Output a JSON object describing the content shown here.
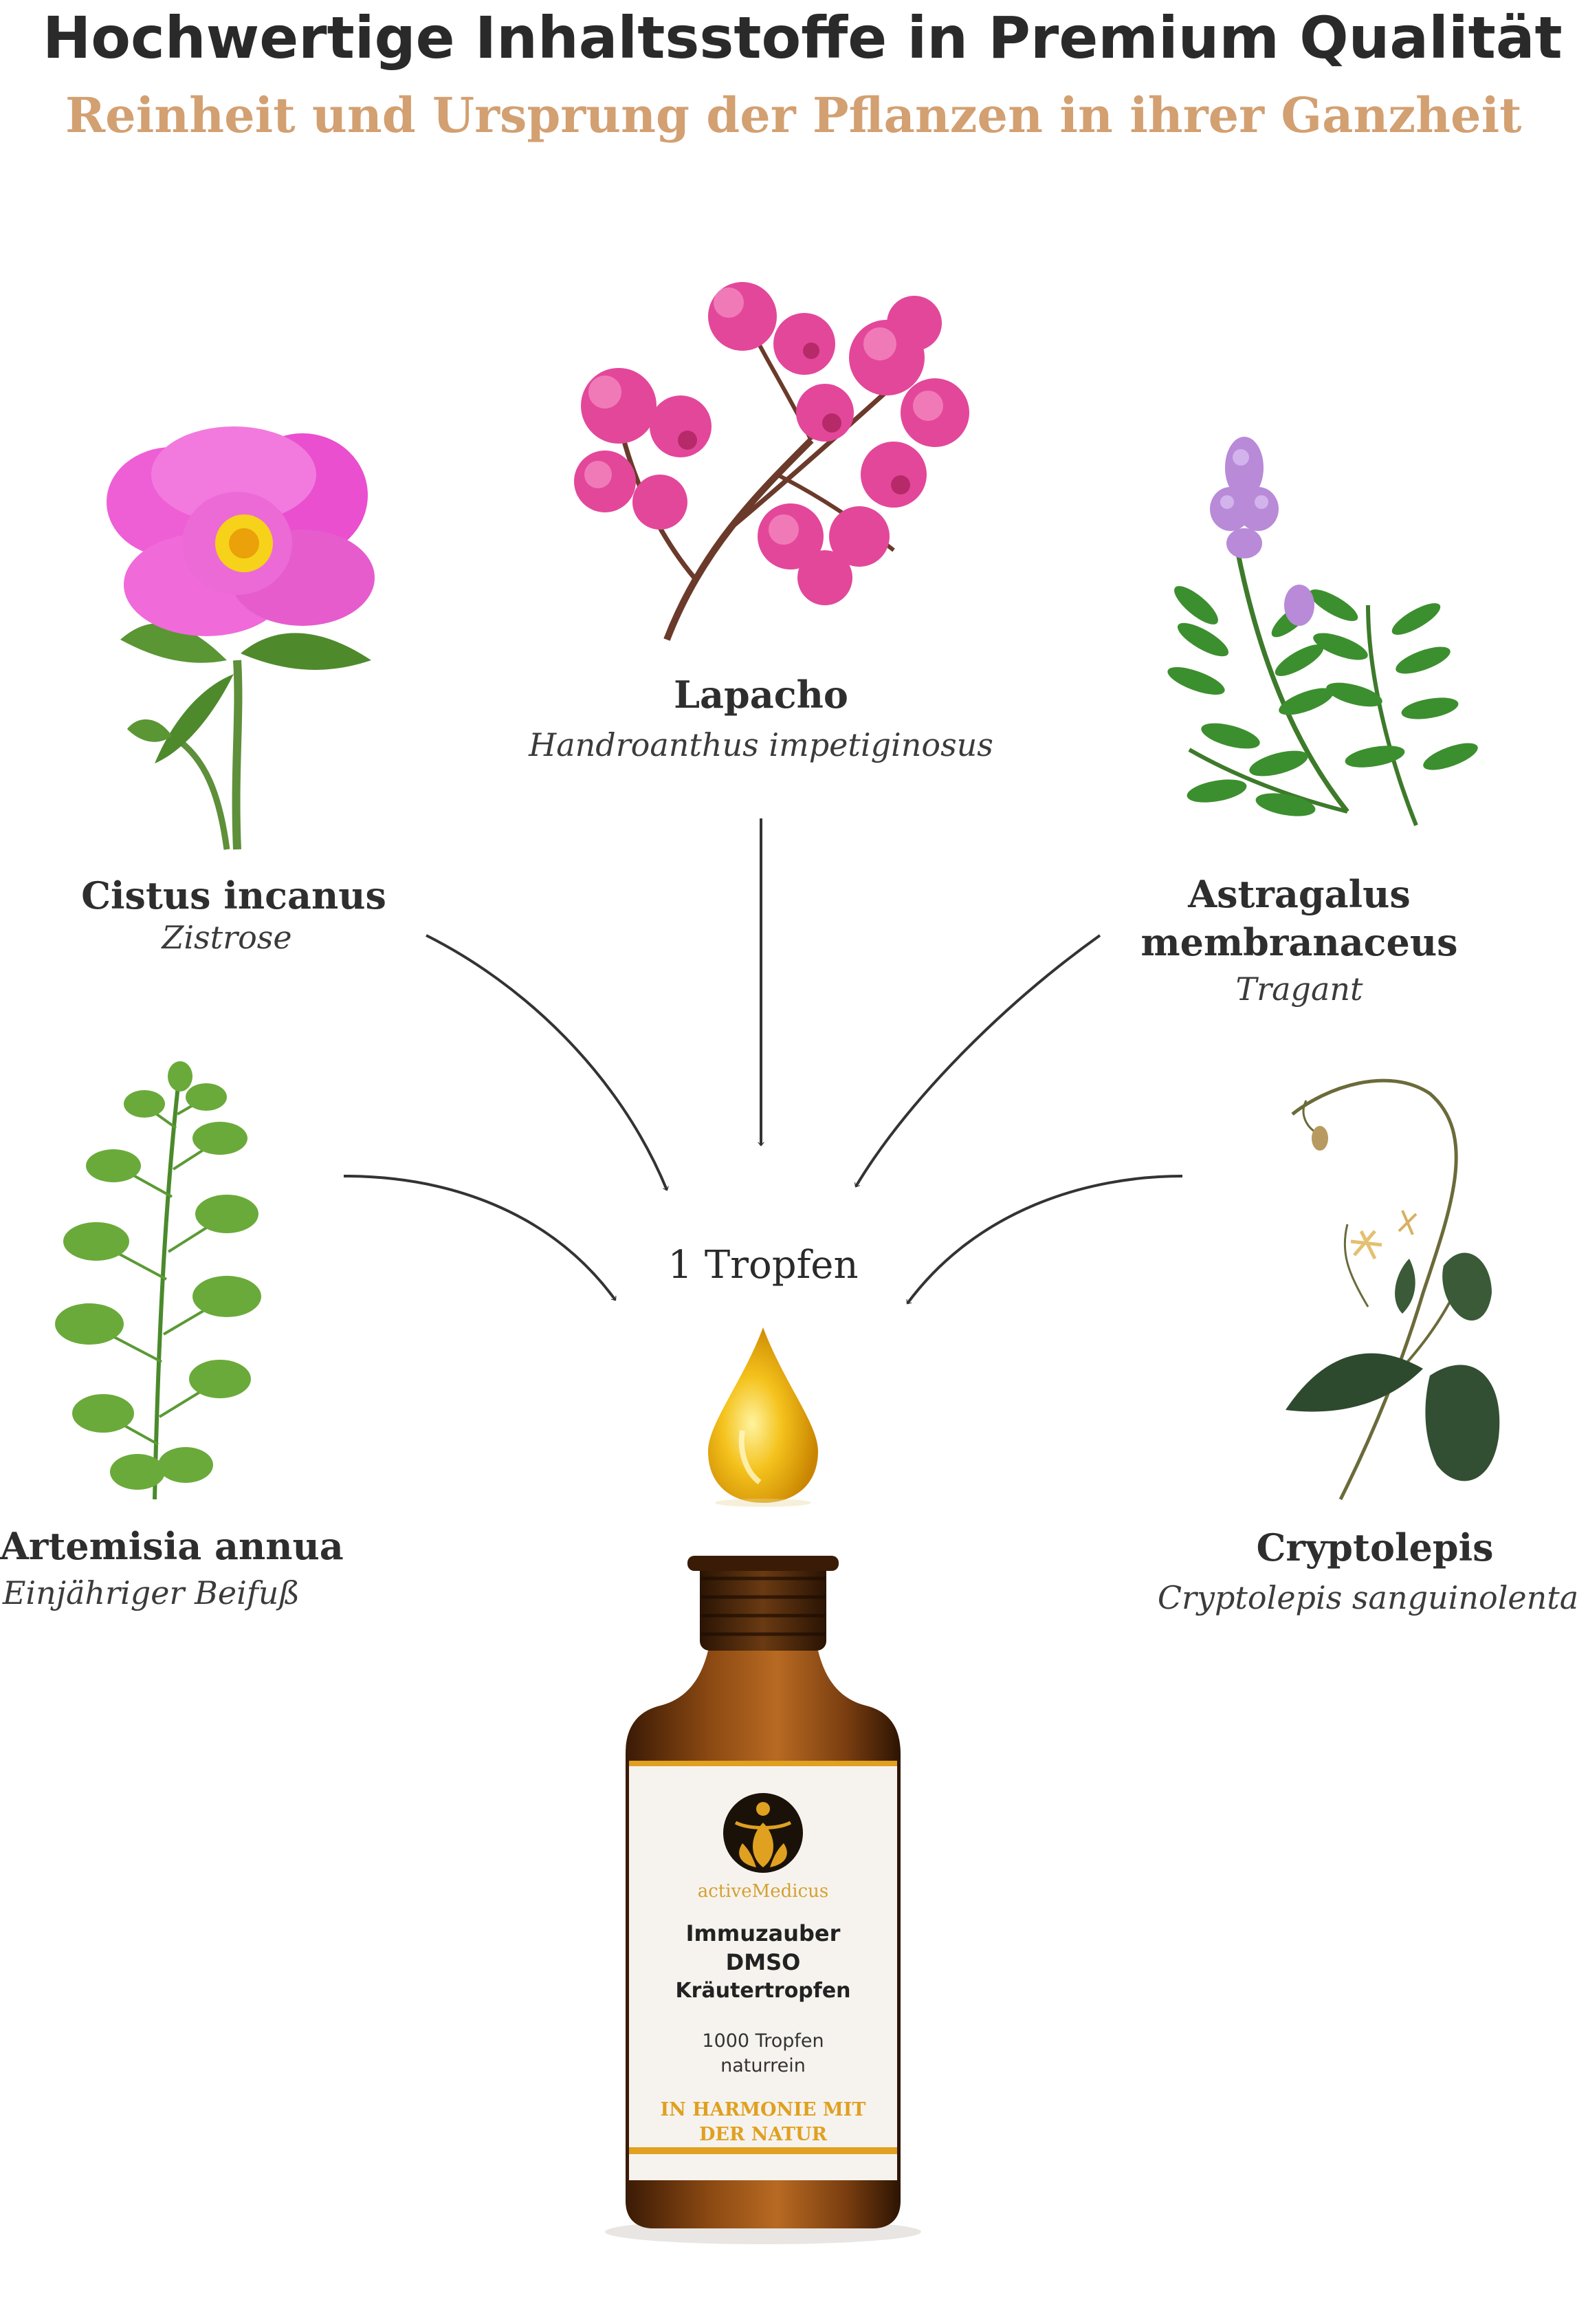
{
  "header": {
    "title": "Hochwertige Inhaltsstoffe in Premium Qualität",
    "subtitle": "Reinheit und Ursprung der Pflanzen in ihrer Ganzheit"
  },
  "plants": {
    "cistus": {
      "name": "Cistus incanus",
      "latin": "Zistrose"
    },
    "lapacho": {
      "name": "Lapacho",
      "latin": "Handroanthus impetiginosus"
    },
    "astragalus": {
      "name_line1": "Astragalus",
      "name_line2": "membranaceus",
      "latin": "Tragant"
    },
    "artemisia": {
      "name": "Artemisia annua",
      "latin": "Einjähriger Beifuß"
    },
    "cryptolepis": {
      "name": "Cryptolepis",
      "latin": "Cryptolepis sanguinolenta"
    }
  },
  "center": {
    "drops_label": "1 Tropfen"
  },
  "bottle": {
    "brand": "activeMedicus",
    "product_line1": "Immuzauber",
    "product_line2": "DMSO",
    "product_line3": "Kräutertropfen",
    "info_line1": "1000 Tropfen",
    "info_line2": "naturrein",
    "slogan_line1": "IN HARMONIE MIT",
    "slogan_line2": "DER NATUR"
  },
  "colors": {
    "title": "#2a2a2a",
    "subtitle": "#d3a072",
    "accent_gold": "#e0a020",
    "bottle_amber": "#7a3e10",
    "label_bg": "#f6f3ef"
  },
  "icons": [
    "cistus-flower-icon",
    "lapacho-flower-icon",
    "astragalus-plant-icon",
    "artemisia-plant-icon",
    "cryptolepis-plant-icon",
    "oil-drop-icon",
    "lotus-logo-icon"
  ]
}
